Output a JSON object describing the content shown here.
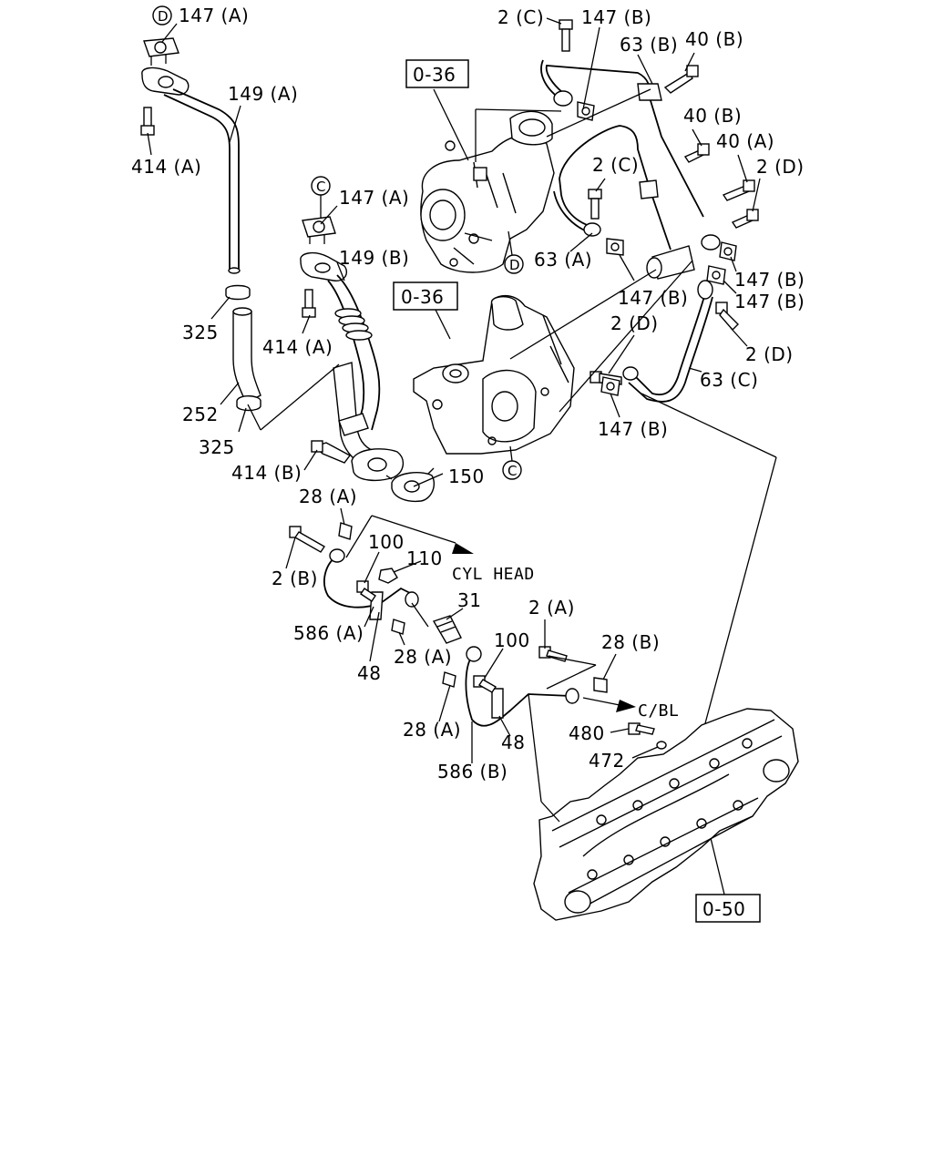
{
  "labels": {
    "l147A_top": "147 (A)",
    "l149A": "149 (A)",
    "l414A_top": "414 (A)",
    "l147A_mid": "147 (A)",
    "l149B": "149 (B)",
    "l325_top": "325",
    "l414A_mid": "414 (A)",
    "l252": "252",
    "l325_bot": "325",
    "l414B": "414 (B)",
    "l150": "150",
    "l2C_top": "2 (C)",
    "l147B_top": "147 (B)",
    "l63B": "63 (B)",
    "l40B_top": "40 (B)",
    "l40B_mid": "40 (B)",
    "l40A": "40 (A)",
    "l2C_mid": "2 (C)",
    "l2D_top": "2 (D)",
    "l63A": "63 (A)",
    "l147B_mid": "147 (B)",
    "l147B_r1": "147 (B)",
    "l147B_r2": "147 (B)",
    "l2D_mid": "2 (D)",
    "l2D_low": "2 (D)",
    "l63C": "63 (C)",
    "l147B_low": "147 (B)",
    "l28A_top": "28 (A)",
    "l2B": "2 (B)",
    "l100_a": "100",
    "l110": "110",
    "l31": "31",
    "l586A": "586 (A)",
    "l48_a": "48",
    "l28A_mid": "28 (A)",
    "l2A": "2 (A)",
    "l100_b": "100",
    "l28B": "28 (B)",
    "l28A_low": "28 (A)",
    "l48_b": "48",
    "l480": "480",
    "l472": "472",
    "l586B": "586 (B)",
    "cyl_head": "CYL HEAD",
    "cbl": "C/BL"
  },
  "refs": {
    "ref036_top": "0-36",
    "ref036_mid": "0-36",
    "ref050": "0-50"
  },
  "markers": {
    "mD_top": "D",
    "mC_mid": "C",
    "mD_turbo": "D",
    "mC_low": "C"
  }
}
